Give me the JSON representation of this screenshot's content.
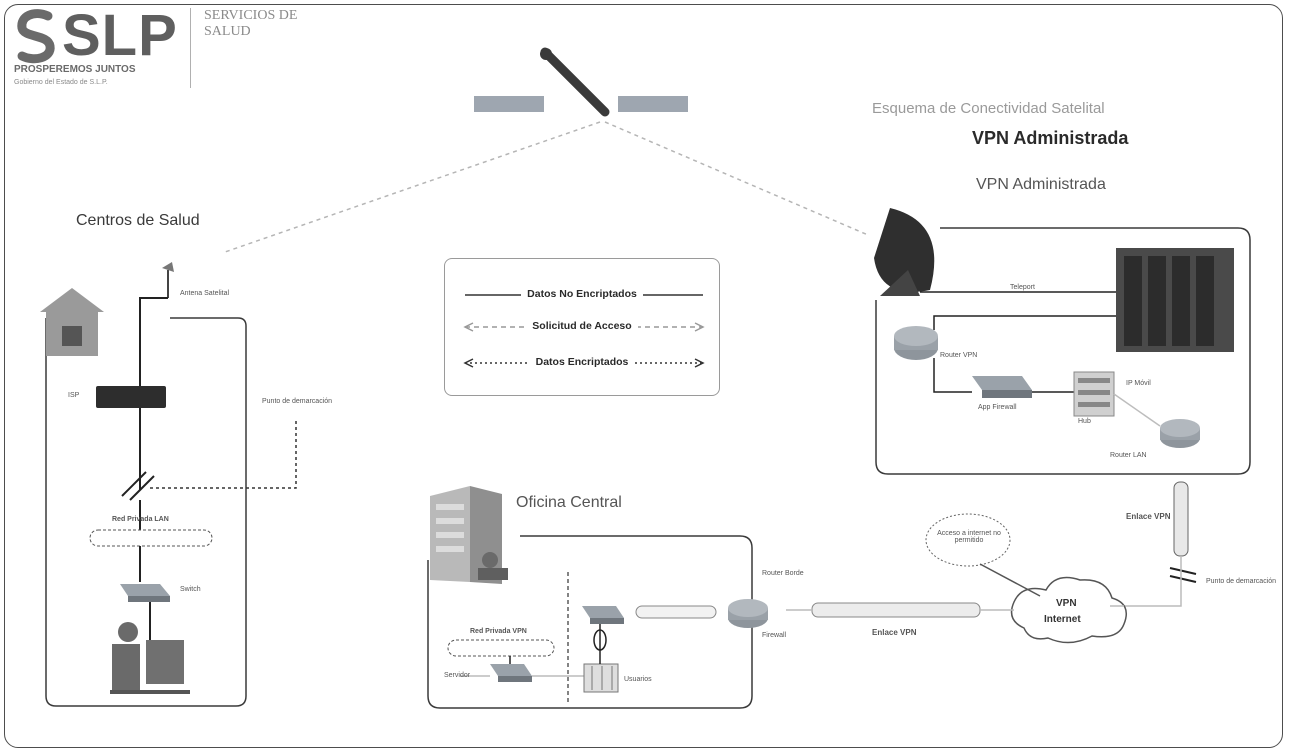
{
  "header": {
    "logo_text": "SLP",
    "logo_tagline": "PROSPEREMOS JUNTOS",
    "logo_subtitle": "Gobierno del Estado de S.L.P.",
    "department": "SERVICIOS DE SALUD"
  },
  "titles": {
    "scheme_title": "Esquema de Conectividad Satelital",
    "scheme_subtitle": "VPN Administrada"
  },
  "legend": {
    "items": [
      {
        "label": "Datos No Encriptados",
        "style": "solid"
      },
      {
        "label": "Solicitud de Acceso",
        "style": "dashed"
      },
      {
        "label": "Datos Encriptados",
        "style": "dotted"
      }
    ]
  },
  "sections": {
    "health_centers": "Centros de Salud",
    "managed_vpn": "VPN Administrada",
    "central_office": "Oficina Central"
  },
  "labels": {
    "sat_antenna": "Antena Satelital",
    "isp": "ISP",
    "demarcation_point": "Punto de demarcación",
    "managed_lan": "Red Privada LAN",
    "switch": "Switch",
    "teleport": "Teleport",
    "vpn_router": "Router VPN",
    "app_firewall": "App Firewall",
    "hub": "Hub",
    "ip_mobile": "IP Móvil",
    "router_lan": "Router LAN",
    "vpn_link_1": "Enlace VPN",
    "vpn_link_2": "Enlace VPN",
    "demarcation_point_2": "Punto de demarcación",
    "cloud_note": "Acceso a internet no permitido",
    "vpn_cloud": "VPN",
    "internet_cloud": "Internet",
    "edge_router": "Router Borde",
    "firewall": "Firewall",
    "central_vpn_lan": "Red Privada VPN",
    "server": "Servidor",
    "users": "Usuarios"
  },
  "colors": {
    "dark_line": "#333333",
    "light_link": "#c8c8c8",
    "frame": "#4d4d4d"
  },
  "icons": [
    "satellite-icon",
    "dish-icon",
    "server-rack-icon",
    "house-icon",
    "modem-icon",
    "switch-icon",
    "router-icon",
    "user-computer-icon",
    "building-icon",
    "cloud-icon"
  ]
}
